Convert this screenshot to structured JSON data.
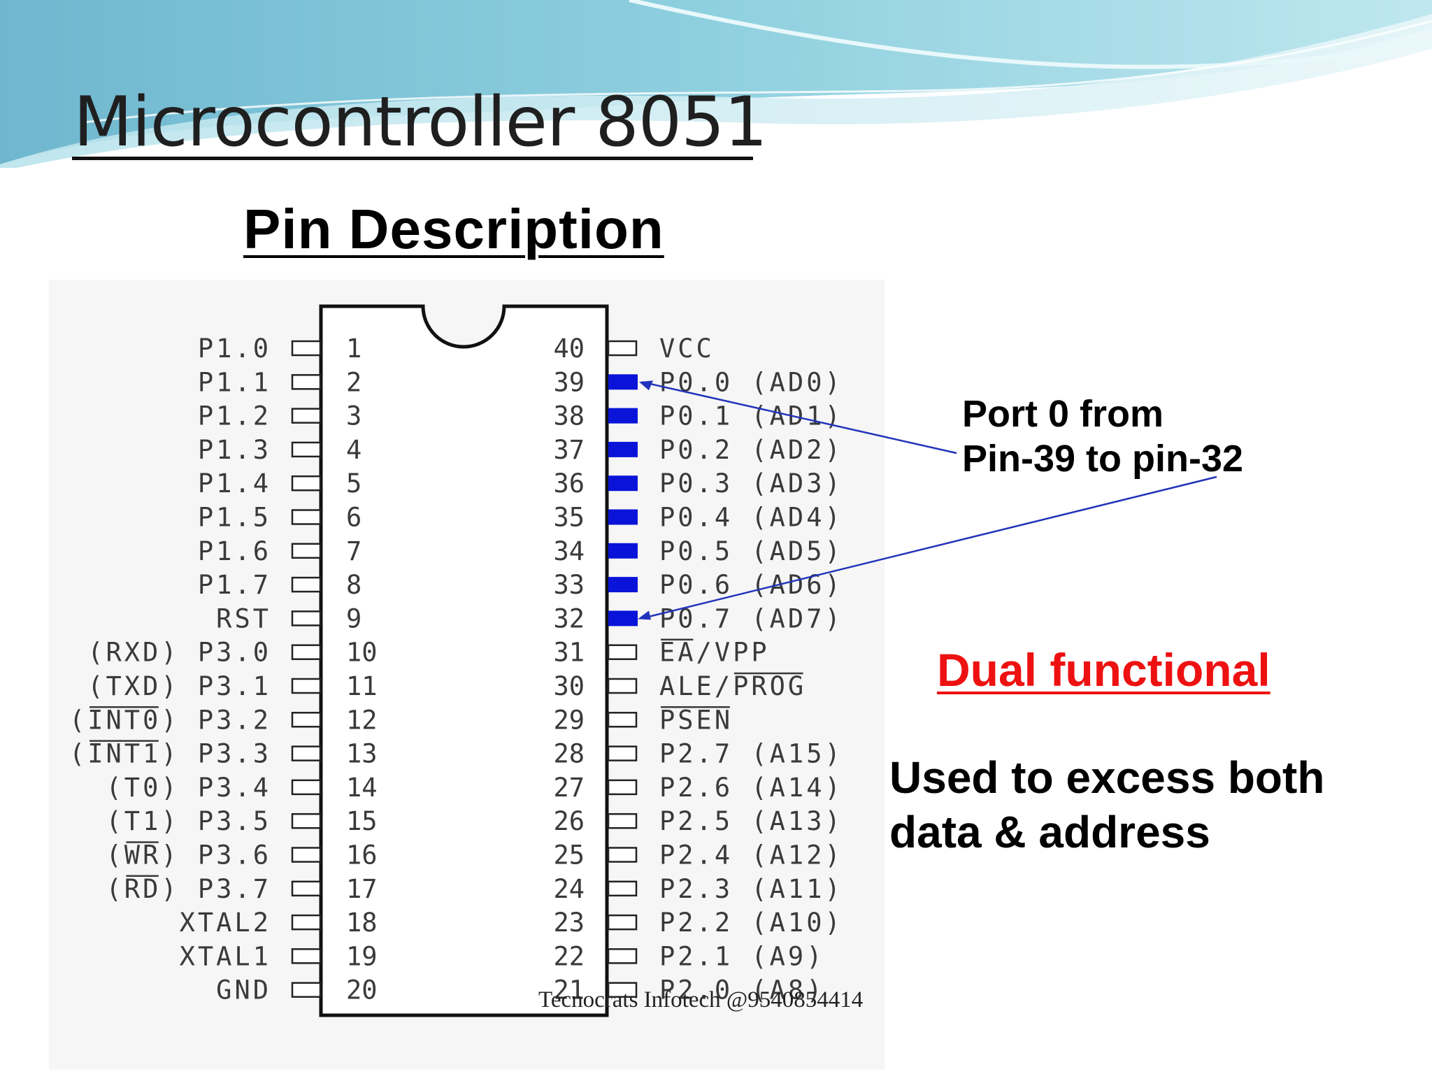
{
  "slide": {
    "title": "Microcontroller 8051",
    "subtitle": "Pin Description",
    "port_note_line1": "Port 0 from",
    "port_note_line2": "Pin-39 to pin-32",
    "dual_label": "Dual functional",
    "used_line1": "Used to excess both",
    "used_line2": "data & address",
    "footer": "Tecnocrats Infotech @9540854414"
  },
  "colors": {
    "highlight_pin": "#0a14d8",
    "arrow": "#2233bb",
    "dual_text": "#ee1111",
    "wave_dark": "#7fc1d6",
    "wave_light": "#cfeef4"
  },
  "chip": {
    "left_pins": [
      {
        "num": "1",
        "label": "P1.0"
      },
      {
        "num": "2",
        "label": "P1.1"
      },
      {
        "num": "3",
        "label": "P1.2"
      },
      {
        "num": "4",
        "label": "P1.3"
      },
      {
        "num": "5",
        "label": "P1.4"
      },
      {
        "num": "6",
        "label": "P1.5"
      },
      {
        "num": "7",
        "label": "P1.6"
      },
      {
        "num": "8",
        "label": "P1.7"
      },
      {
        "num": "9",
        "label": "RST"
      },
      {
        "num": "10",
        "label": "(RXD) P3.0"
      },
      {
        "num": "11",
        "label": "(TXD) P3.1"
      },
      {
        "num": "12",
        "label": "(INT0) P3.2",
        "overline": "INT0"
      },
      {
        "num": "13",
        "label": "(INT1) P3.3",
        "overline": "INT1"
      },
      {
        "num": "14",
        "label": "(T0) P3.4"
      },
      {
        "num": "15",
        "label": "(T1) P3.5"
      },
      {
        "num": "16",
        "label": "(WR) P3.6",
        "overline": "WR"
      },
      {
        "num": "17",
        "label": "(RD) P3.7",
        "overline": "RD"
      },
      {
        "num": "18",
        "label": "XTAL2"
      },
      {
        "num": "19",
        "label": "XTAL1"
      },
      {
        "num": "20",
        "label": "GND"
      }
    ],
    "right_pins": [
      {
        "num": "40",
        "label": "VCC",
        "highlight": false
      },
      {
        "num": "39",
        "label": "P0.0 (AD0)",
        "highlight": true
      },
      {
        "num": "38",
        "label": "P0.1 (AD1)",
        "highlight": true
      },
      {
        "num": "37",
        "label": "P0.2 (AD2)",
        "highlight": true
      },
      {
        "num": "36",
        "label": "P0.3 (AD3)",
        "highlight": true
      },
      {
        "num": "35",
        "label": "P0.4 (AD4)",
        "highlight": true
      },
      {
        "num": "34",
        "label": "P0.5 (AD5)",
        "highlight": true
      },
      {
        "num": "33",
        "label": "P0.6 (AD6)",
        "highlight": true
      },
      {
        "num": "32",
        "label": "P0.7 (AD7)",
        "highlight": true
      },
      {
        "num": "31",
        "label": "EA/VPP",
        "overline": "EA",
        "highlight": false
      },
      {
        "num": "30",
        "label": "ALE/PROG",
        "overline": "PROG",
        "highlight": false
      },
      {
        "num": "29",
        "label": "PSEN",
        "overline": "PSEN",
        "highlight": false
      },
      {
        "num": "28",
        "label": "P2.7 (A15)",
        "highlight": false
      },
      {
        "num": "27",
        "label": "P2.6 (A14)",
        "highlight": false
      },
      {
        "num": "26",
        "label": "P2.5 (A13)",
        "highlight": false
      },
      {
        "num": "25",
        "label": "P2.4 (A12)",
        "highlight": false
      },
      {
        "num": "24",
        "label": "P2.3 (A11)",
        "highlight": false
      },
      {
        "num": "23",
        "label": "P2.2 (A10)",
        "highlight": false
      },
      {
        "num": "22",
        "label": "P2.1 (A9)",
        "highlight": false
      },
      {
        "num": "21",
        "label": "P2.0 (A8)",
        "highlight": false
      }
    ]
  }
}
